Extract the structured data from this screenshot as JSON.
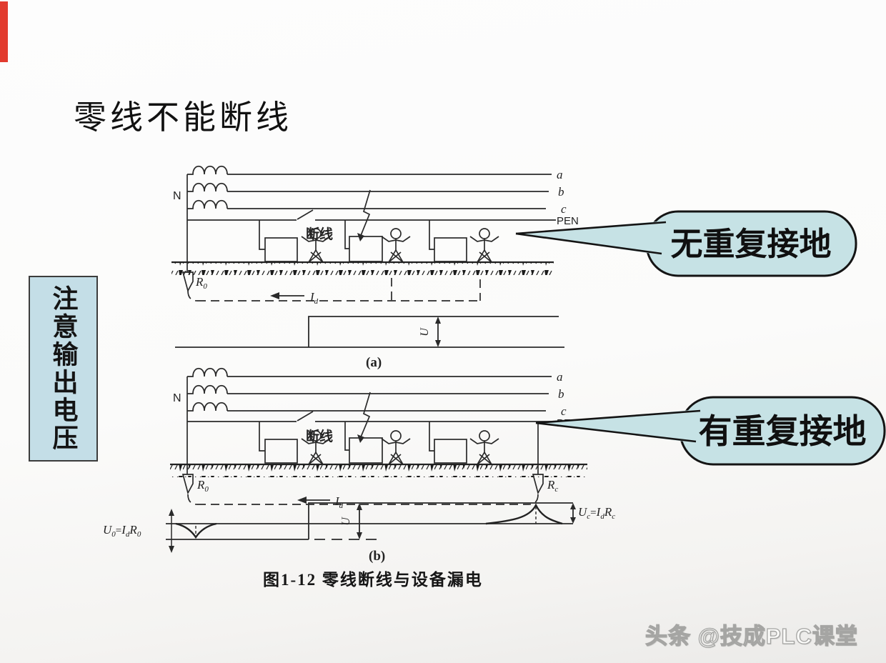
{
  "page": {
    "title": "零线不能断线",
    "side_note": "注意输出电压",
    "caption": "图1-12 零线断线与设备漏电",
    "watermark": "头条 @技成PLC课堂"
  },
  "callouts": {
    "top": "无重复接地",
    "bottom": "有重复接地"
  },
  "diagram": {
    "neutral": "N",
    "phase_a": "a",
    "phase_b": "b",
    "phase_c": "c",
    "pen": "PEN",
    "break_label": "断线",
    "sub_figure_a": "(a)",
    "sub_figure_b": "(b)"
  },
  "symbols": {
    "U": "U",
    "I": "I",
    "R": "R",
    "sub_zero": "0",
    "sub_d": "d",
    "sub_c": "c",
    "equals": "="
  },
  "colors": {
    "callout_fill": "#c6e2e5",
    "note_fill": "#c4dee7",
    "marker_red": "#e23b2e",
    "ink": "#2a2a2a"
  }
}
